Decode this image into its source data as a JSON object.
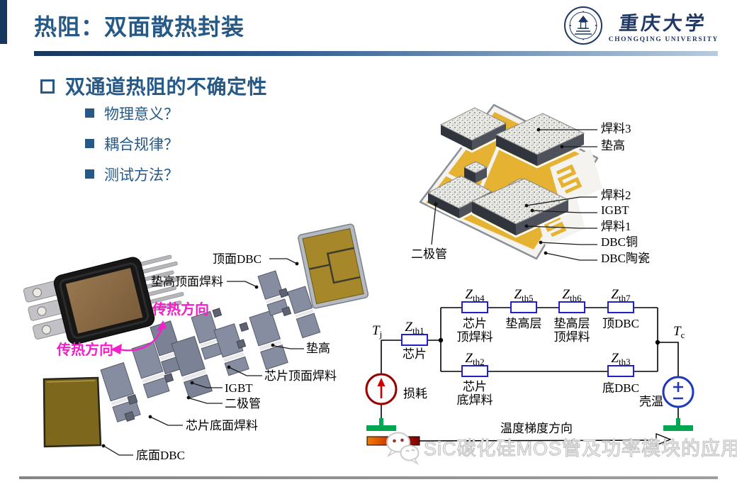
{
  "header": {
    "title": "热阻：双面散热封装"
  },
  "logo": {
    "university_cn": "重庆大学",
    "university_en": "CHONGQING UNIVERSITY"
  },
  "content": {
    "heading": "双通道热阻的不确定性",
    "bullets": [
      "物理意义？",
      "耦合规律？",
      "测试方法？"
    ]
  },
  "package_3d": {
    "labels_right": [
      "焊料3",
      "垫高",
      "焊料2",
      "IGBT",
      "焊料1",
      "DBC铜",
      "DBC陶瓷"
    ],
    "label_left": "二极管"
  },
  "exploded_view": {
    "labels": {
      "top_dbc": "顶面DBC",
      "spacer_top_solder": "垫高顶面焊料",
      "spacer": "垫高",
      "die_top_solder": "芯片顶面焊料",
      "igbt": "IGBT",
      "diode": "二极管",
      "die_bottom_solder": "芯片底面焊料",
      "bottom_dbc": "底面DBC"
    },
    "heat_flow_label_1": "传热方向",
    "heat_flow_label_2": "传热方向"
  },
  "circuit": {
    "impedance_symbol": "Z",
    "junction_temp": {
      "symbol": "T",
      "sub": "j"
    },
    "case_temp": {
      "symbol": "T",
      "sub": "c"
    },
    "resistors": [
      {
        "sub": "th1",
        "line1": "芯片",
        "line2": ""
      },
      {
        "sub": "th2",
        "line1": "芯片",
        "line2": "底焊料"
      },
      {
        "sub": "th3",
        "line1": "底DBC",
        "line2": ""
      },
      {
        "sub": "th4",
        "line1": "芯片",
        "line2": "顶焊料"
      },
      {
        "sub": "th5",
        "line1": "垫高层",
        "line2": ""
      },
      {
        "sub": "th6",
        "line1": "垫高层",
        "line2": "顶焊料"
      },
      {
        "sub": "th7",
        "line1": "顶DBC",
        "line2": ""
      }
    ],
    "current_source_label": "损耗",
    "voltage_source_label": "壳温",
    "gradient_direction_label": "温度梯度方向"
  },
  "watermark": {
    "text": "SiC碳化硅MOS管及功率模块的应用"
  },
  "colors": {
    "accent_blue": "#275987",
    "navy": "#17375e",
    "magenta": "#F31FCB",
    "resistor_blue": "#2020CC",
    "source_red": "#990000",
    "source_blue": "#1F3BB8",
    "ground_green": "#00A651",
    "dbc_gold": "#E5B232"
  }
}
